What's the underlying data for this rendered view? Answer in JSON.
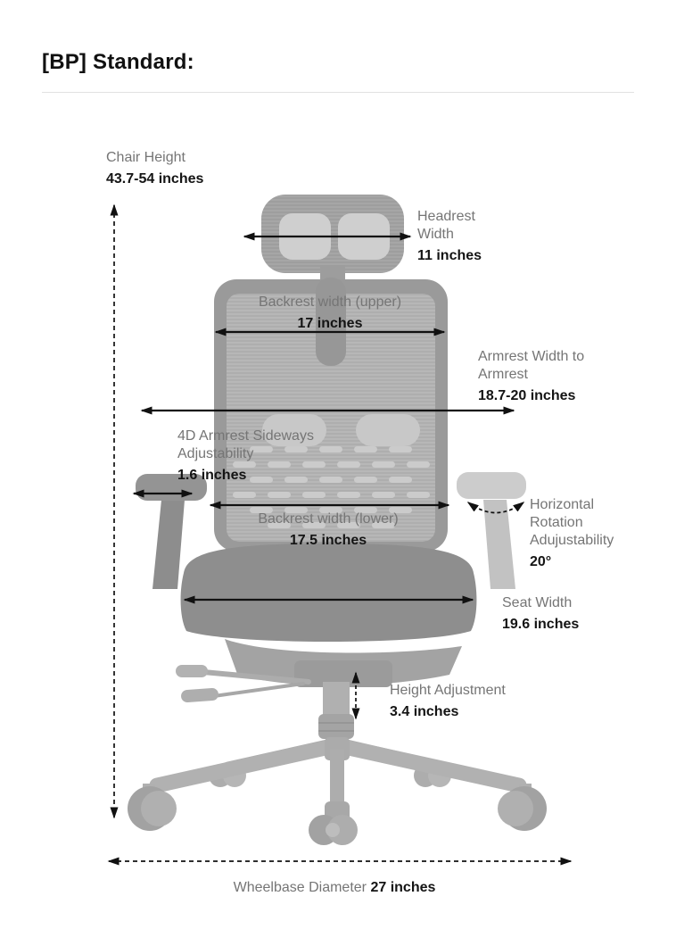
{
  "header": {
    "title": "[BP] Standard:"
  },
  "colors": {
    "label_gray": "#757575",
    "value_black": "#141414",
    "arrow": "#111111",
    "divider": "#e2e2e2",
    "chair_gray": "#a9a9a9"
  },
  "annotations": {
    "chair_height": {
      "label": "Chair Height",
      "value": "43.7-54 inches"
    },
    "headrest_width": {
      "label": "Headrest Width",
      "value": "11 inches"
    },
    "backrest_upper": {
      "label": "Backrest width (upper)",
      "value": "17 inches"
    },
    "armrest_width": {
      "label": "Armrest Width to Armrest",
      "value": "18.7-20 inches"
    },
    "armrest_sideways": {
      "label": "4D Armrest Sideways Adjustability",
      "value": "1.6 inches"
    },
    "backrest_lower": {
      "label": "Backrest width (lower)",
      "value": "17.5 inches"
    },
    "horizontal_rotation": {
      "label": "Horizontal Rotation Adujustability",
      "value": "20°"
    },
    "seat_width": {
      "label": "Seat Width",
      "value": "19.6 inches"
    },
    "height_adjustment": {
      "label": "Height Adjustment",
      "value": "3.4 inches"
    },
    "wheelbase": {
      "label": "Wheelbase Diameter",
      "value": "27 inches"
    }
  }
}
